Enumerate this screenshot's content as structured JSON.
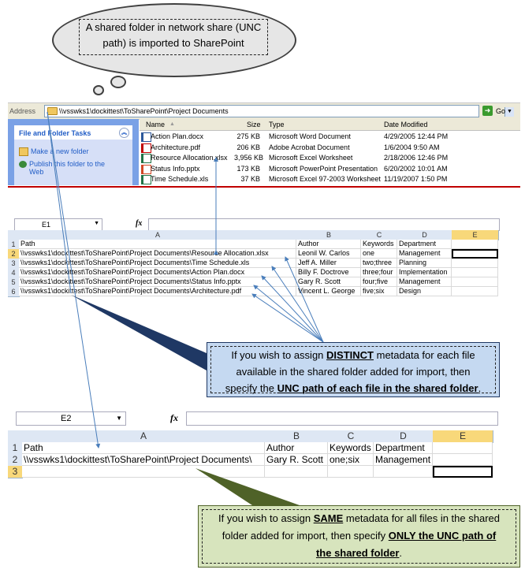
{
  "cloud": {
    "text_line1": "A shared folder in network share (UNC",
    "text_line2": "path) is imported to SharePoint"
  },
  "explorer": {
    "address_label": "Address",
    "address_path": "\\\\vsswks1\\dockittest\\ToSharePoint\\Project Documents",
    "go_label": "Go",
    "tasks": {
      "title": "File and Folder Tasks",
      "items": [
        "Make a new folder",
        "Publish this folder to the",
        "Web"
      ]
    },
    "columns": [
      "Name",
      "Size",
      "Type",
      "Date Modified"
    ],
    "files": [
      {
        "name": "Action Plan.docx",
        "size": "275 KB",
        "type": "Microsoft Word Document",
        "date": "4/29/2005 12:44 PM",
        "icon": "word-icon",
        "color": "#2b579a"
      },
      {
        "name": "Architecture.pdf",
        "size": "206 KB",
        "type": "Adobe Acrobat Document",
        "date": "1/6/2004 9:50 AM",
        "icon": "pdf-icon",
        "color": "#c00000"
      },
      {
        "name": "Resource Allocation.xlsx",
        "size": "3,956 KB",
        "type": "Microsoft Excel Worksheet",
        "date": "2/18/2006 12:46 PM",
        "icon": "excel-icon",
        "color": "#217346"
      },
      {
        "name": "Status Info.pptx",
        "size": "173 KB",
        "type": "Microsoft PowerPoint Presentation",
        "date": "6/20/2002 10:01 AM",
        "icon": "powerpoint-icon",
        "color": "#d24726"
      },
      {
        "name": "Time Schedule.xls",
        "size": "37 KB",
        "type": "Microsoft Excel 97-2003 Worksheet",
        "date": "11/19/2007 1:50 PM",
        "icon": "excel-icon",
        "color": "#217346"
      }
    ]
  },
  "sheet1": {
    "name_box": "E1",
    "fx_label": "fx",
    "col_letters": [
      "A",
      "B",
      "C",
      "D",
      "E"
    ],
    "rows": [
      {
        "num": "1",
        "cells": [
          "Path",
          "Author",
          "Keywords",
          "Department",
          ""
        ]
      },
      {
        "num": "2",
        "cells": [
          "\\\\vsswks1\\dockittest\\ToSharePoint\\Project Documents\\Resource Allocation.xlsx",
          "Leonil W. Carlos",
          "one",
          "Management",
          ""
        ]
      },
      {
        "num": "3",
        "cells": [
          "\\\\vsswks1\\dockittest\\ToSharePoint\\Project Documents\\Time Schedule.xls",
          "Jeff A. Miller",
          "two;three",
          "Planning",
          ""
        ]
      },
      {
        "num": "4",
        "cells": [
          "\\\\vsswks1\\dockittest\\ToSharePoint\\Project Documents\\Action Plan.docx",
          "Billy F. Doctrove",
          "three;four",
          "Implementation",
          ""
        ]
      },
      {
        "num": "5",
        "cells": [
          "\\\\vsswks1\\dockittest\\ToSharePoint\\Project Documents\\Status Info.pptx",
          "Gary R. Scott",
          "four;five",
          "Management",
          ""
        ]
      },
      {
        "num": "6",
        "cells": [
          "\\\\vsswks1\\dockittest\\ToSharePoint\\Project Documents\\Architecture.pdf",
          "Vincent L. George",
          "five;six",
          "Design",
          ""
        ]
      }
    ]
  },
  "callout_distinct": {
    "line1": "If you wish to assign",
    "bold1": "DISTINCT",
    "line1b": "metadata for each file",
    "line2": "available in the shared folder added for import, then",
    "line3a": "specify the",
    "bold2": "UNC path of each file in the shared folder",
    "line3b": "."
  },
  "sheet2": {
    "name_box": "E2",
    "fx_label": "fx",
    "col_letters": [
      "A",
      "B",
      "C",
      "D",
      "E"
    ],
    "rows": [
      {
        "num": "1",
        "cells": [
          "Path",
          "Author",
          "Keywords",
          "Department",
          ""
        ]
      },
      {
        "num": "2",
        "cells": [
          "\\\\vsswks1\\dockittest\\ToSharePoint\\Project Documents\\",
          "Gary R. Scott",
          "one;six",
          "Management",
          ""
        ]
      },
      {
        "num": "3",
        "cells": [
          "",
          "",
          "",
          "",
          ""
        ]
      }
    ]
  },
  "callout_same": {
    "line1a": "If you wish to assign",
    "bold1": "SAME",
    "line1b": "metadata for all files in the shared",
    "line2a": "folder added for import, then specify",
    "bold2": "ONLY the UNC path of",
    "bold3": "the shared folder",
    "line3b": "."
  }
}
